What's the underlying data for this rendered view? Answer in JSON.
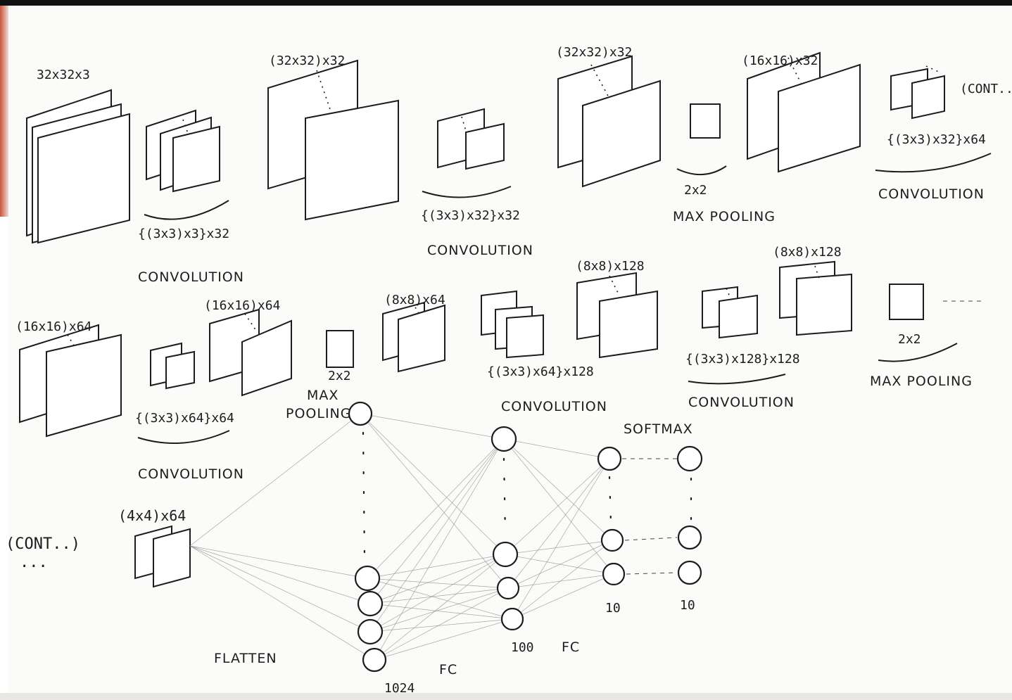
{
  "row1": {
    "input_label": "32x32x3",
    "conv1": {
      "kernel_label": "{(3x3)x3}x32",
      "caption": "CONVOLUTION"
    },
    "out1_label": "(32x32)x32",
    "conv2": {
      "kernel_label": "{(3x3)x32}x32",
      "caption": "CONVOLUTION"
    },
    "out2_label": "(32x32)x32",
    "pool1": {
      "size_label": "2x2",
      "caption": "MAX POOLING"
    },
    "out3_label": "(16x16)x32",
    "cont_label": "(CONT..)",
    "conv3": {
      "kernel_label": "{(3x3)x32}x64",
      "caption": "CONVOLUTION"
    }
  },
  "row2": {
    "in_label": "(16x16)x64",
    "conv4": {
      "kernel_label": "{(3x3)x64}x64",
      "caption": "CONVOLUTION"
    },
    "out4_label": "(16x16)x64",
    "pool2": {
      "size_label": "2x2",
      "caption_line1": "MAX",
      "caption_line2": "POOLING"
    },
    "out5_label": "(8x8)x64",
    "conv5": {
      "kernel_label": "{(3x3)x64}x128",
      "caption": "CONVOLUTION"
    },
    "out6_label": "(8x8)x128",
    "conv6": {
      "kernel_label": "{(3x3)x128}x128",
      "caption": "CONVOLUTION"
    },
    "out7_label": "(8x8)x128",
    "pool3": {
      "size_label": "2x2",
      "caption": "MAX POOLING"
    }
  },
  "row3": {
    "cont_label": "(CONT..)",
    "cont_dots": "...",
    "feat_label": "(4x4)x64",
    "flatten_caption": "FLATTEN",
    "flat_count": "1024",
    "fc1_caption": "FC",
    "hidden_count": "100",
    "fc2_caption": "FC",
    "softmax_caption": "SOFTMAX",
    "logit_count": "10",
    "output_count": "10"
  }
}
